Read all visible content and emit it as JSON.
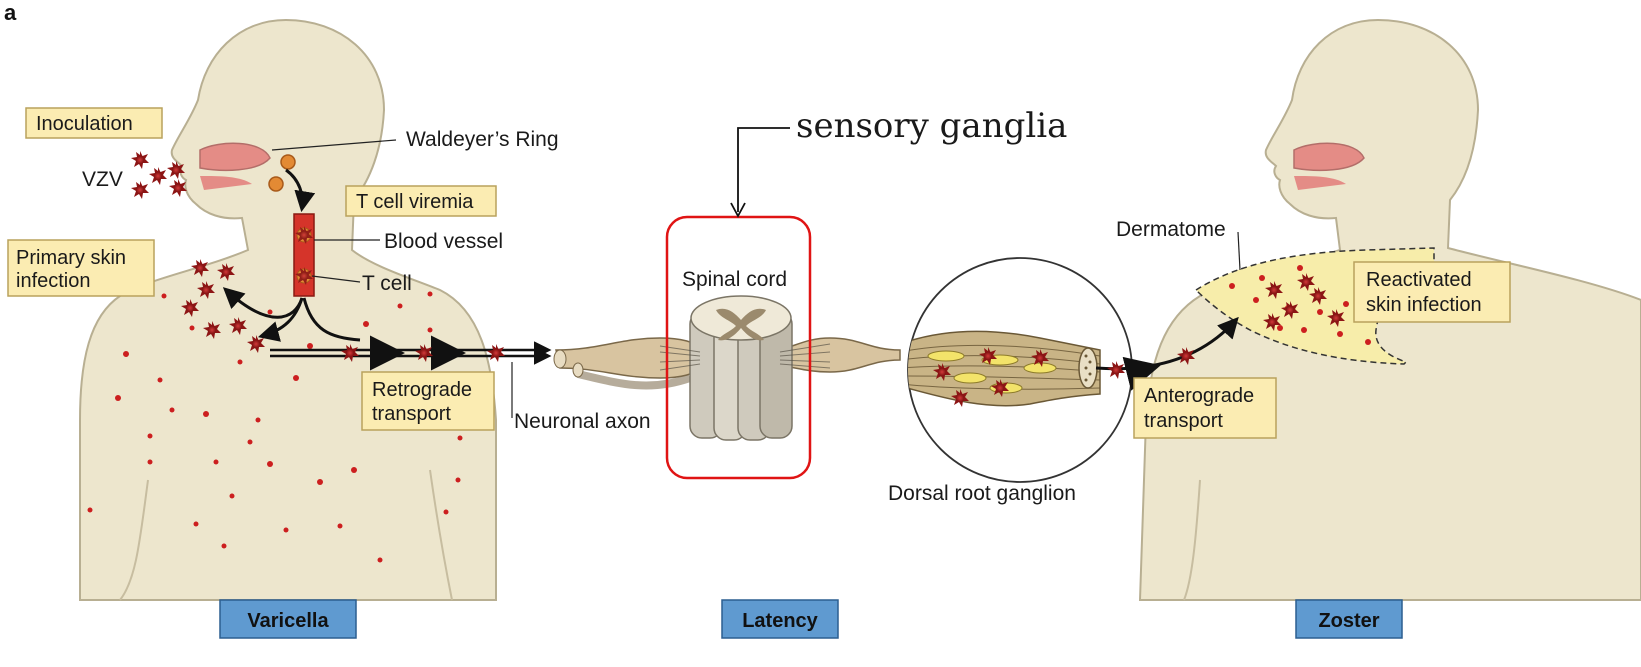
{
  "panel_letter": "a",
  "labels": {
    "inoculation": "Inoculation",
    "vzv": "VZV",
    "waldeyers_ring": "Waldeyer’s Ring",
    "t_cell_viremia": "T cell viremia",
    "blood_vessel": "Blood vessel",
    "t_cell": "T cell",
    "primary_skin_line1": "Primary skin",
    "primary_skin_line2": "infection",
    "retrograde_line1": "Retrograde",
    "retrograde_line2": "transport",
    "neuronal_axon": "Neuronal axon",
    "sensory_ganglia": "sensory ganglia",
    "spinal_cord": "Spinal cord",
    "dorsal_root_ganglion": "Dorsal root ganglion",
    "dermatome": "Dermatome",
    "reactivated_line1": "Reactivated",
    "reactivated_line2": "skin infection",
    "anterograde_line1": "Anterograde",
    "anterograde_line2": "transport"
  },
  "stages": {
    "varicella": "Varicella",
    "latency": "Latency",
    "zoster": "Zoster"
  },
  "colors": {
    "skin": "#ede6cd",
    "skin_stroke": "#b8af92",
    "label_box": "#fbecb2",
    "label_box_stroke": "#b9a25c",
    "virus": "#9b1b1b",
    "lesion": "#cc1f1f",
    "mouth": "#e48c86",
    "stage_box": "#5f9ad0",
    "highlight": "#e01414",
    "dermatome_fill": "#f7edaa"
  }
}
